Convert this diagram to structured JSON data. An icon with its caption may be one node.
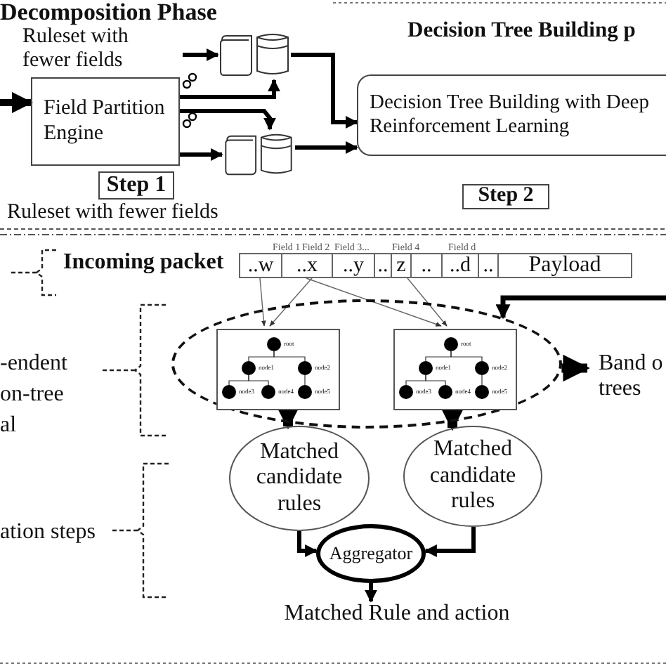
{
  "diagram": {
    "nodes": [
      {
        "text": [
          "Field Partition Engine"
        ]
      },
      {
        "text": [],
        "shape": "picture"
      },
      {
        "text": [],
        "shape": "picture"
      },
      {
        "text": [
          "Decision Tree Building with Deep Reinforcement Learning"
        ]
      },
      {
        "text": [
          "Step 1"
        ]
      },
      {
        "text": [
          "Step 2"
        ]
      },
      {
        "text": [
          "..w",
          "..x",
          "..y",
          "..",
          "z",
          "..",
          "..d",
          "..",
          "Payload"
        ],
        "beside": [
          "Field 1",
          "Field 2",
          "Field 3...",
          "Field 4",
          "Field d"
        ]
      },
      {
        "text": [],
        "shape": "ellipse"
      },
      {
        "text": [
          "root",
          "node1",
          "node2",
          "node3",
          "node4",
          "node5"
        ],
        "in": 7
      },
      {
        "text": [
          "root",
          "node1",
          "node2",
          "node3",
          "node4",
          "node5"
        ],
        "in": 7
      },
      {
        "text": [
          "Band o trees"
        ]
      },
      {
        "text": [
          "Matched candidate rules"
        ]
      },
      {
        "text": [
          "Matched candidate rules"
        ]
      },
      {
        "text": [
          "Aggregator"
        ]
      },
      {
        "text": [
          "Matched Rule and action"
        ]
      }
    ],
    "edges": [
      {
        "from": null,
        "to": 0,
        "arrow": "to"
      },
      {
        "from": null,
        "to": 1,
        "arrow": "to"
      },
      {
        "from": 0,
        "to": 1,
        "arrow": "to"
      },
      {
        "from": 0,
        "to": 2,
        "arrow": "to"
      },
      {
        "from": 0,
        "to": 2,
        "arrow": "to"
      },
      {
        "from": 1,
        "to": 3,
        "arrow": "to"
      },
      {
        "from": 2,
        "to": 3,
        "arrow": "to"
      },
      {
        "from": 6,
        "to": 8,
        "arrow": "to",
        "color": "#666666"
      },
      {
        "from": 6,
        "to": 8,
        "arrow": "to",
        "color": "#666666"
      },
      {
        "from": 6,
        "to": 9,
        "arrow": "to",
        "color": "#666666"
      },
      {
        "from": 6,
        "to": 9,
        "arrow": "to",
        "color": "#666666"
      },
      {
        "from": null,
        "to": 7,
        "arrow": "to"
      },
      {
        "from": 7,
        "to": 10,
        "arrow": "to",
        "style": "thick"
      },
      {
        "from": 8,
        "to": 11,
        "arrow": "to",
        "style": "thick"
      },
      {
        "from": 9,
        "to": 12,
        "arrow": "to",
        "style": "thick"
      },
      {
        "from": 11,
        "to": 13,
        "arrow": "to"
      },
      {
        "from": 12,
        "to": 13,
        "arrow": "to"
      },
      {
        "from": 13,
        "to": 14,
        "arrow": "to"
      }
    ],
    "labels": [
      "Decomposition Phase",
      "Ruleset with fewer fields",
      "Decision Tree Building p",
      "Ruleset with fewer fields",
      "Incoming packet",
      "-endent on-tree al",
      "ation steps"
    ]
  }
}
